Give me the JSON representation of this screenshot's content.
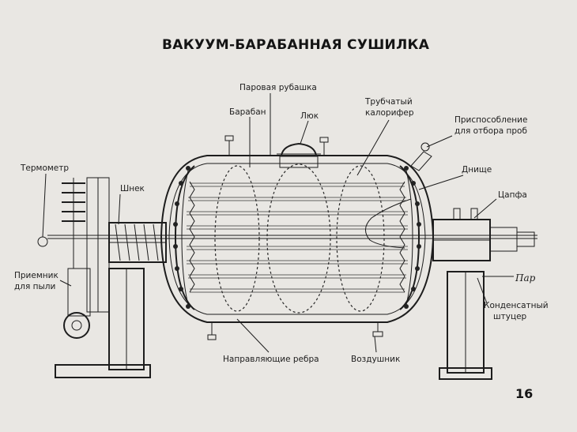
{
  "title": "ВАКУУМ-БАРАБАННАЯ СУШИЛКА",
  "page_number": "16",
  "labels": {
    "steam_jacket": "Паровая рубашка",
    "drum": "Барабан",
    "hatch": "Люк",
    "tubular_heater_1": "Трубчатый",
    "tubular_heater_2": "калорифер",
    "sampling_1": "Приспособление",
    "sampling_2": "для отбора проб",
    "thermometer": "Термометр",
    "auger": "Шнек",
    "bottom": "Днище",
    "trunnion": "Цапфа",
    "dust_receiver_1": "Приемник",
    "dust_receiver_2": "для пыли",
    "steam": "Пар",
    "condensate_1": "Конденсатный",
    "condensate_2": "штуцер",
    "guide_ribs": "Направляющие ребра",
    "air_vent": "Воздушник"
  }
}
